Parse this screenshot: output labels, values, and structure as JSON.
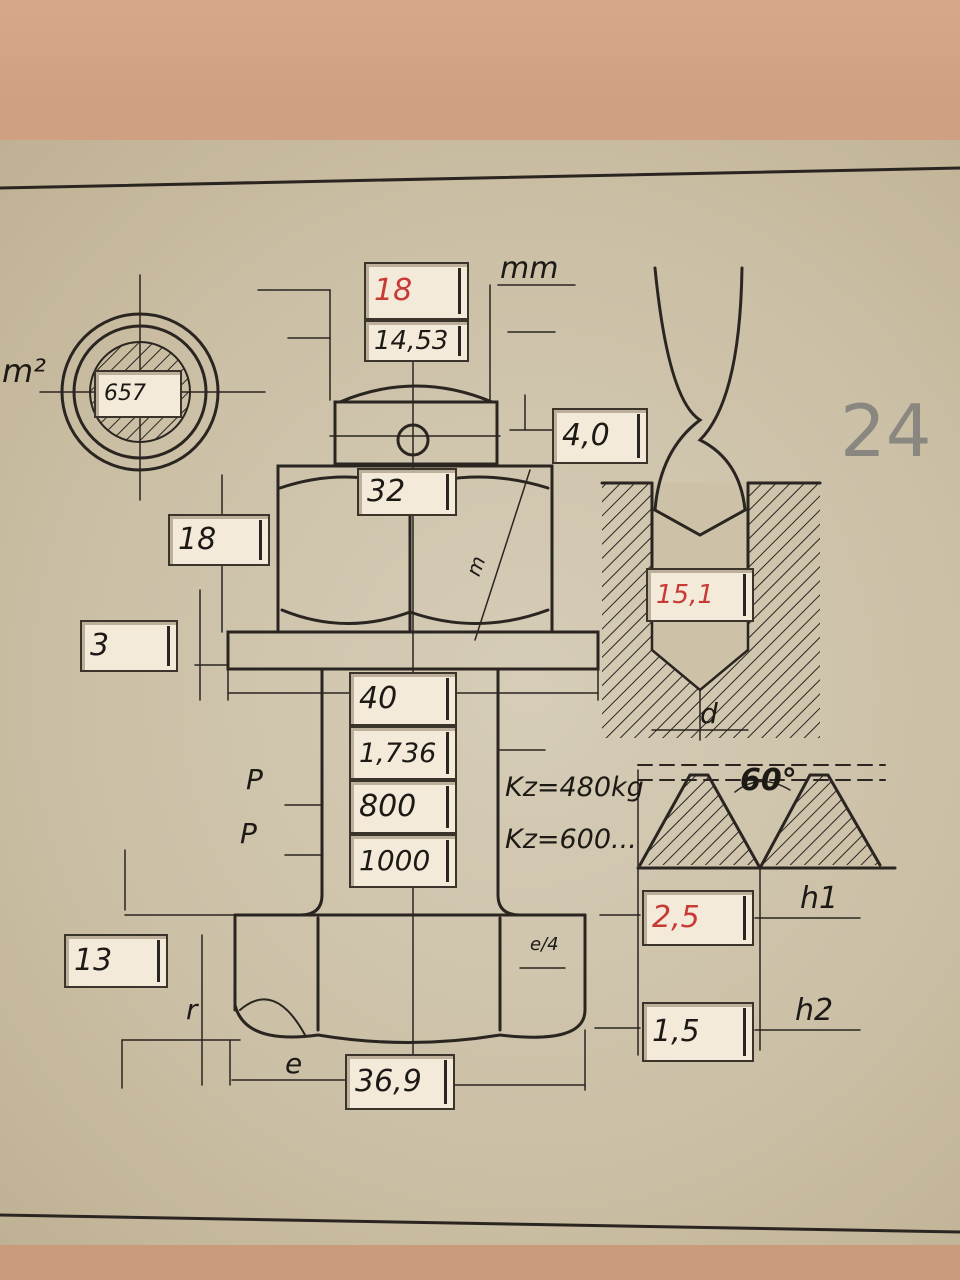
{
  "windows": {
    "top_red": "18",
    "top_black": "14,53",
    "area": "657",
    "right_4": "4,0",
    "width_32": "32",
    "left_18": "18",
    "drill_red": "15,1",
    "washer_3": "3",
    "col_40": "40",
    "col_1736": "1,736",
    "col_800": "800",
    "col_1000": "1000",
    "head_13": "13",
    "h1_red": "2,5",
    "h2": "1,5",
    "bottom_369": "36,9"
  },
  "labels": {
    "unit_mm": "mm",
    "unit_m2": "m²",
    "angle": "60°",
    "p1": "P",
    "p2": "P",
    "kz1": "Kz=480kg",
    "kz2": "Kz=600...",
    "h1": "h1",
    "h2": "h2",
    "r": "r",
    "e": "e",
    "e4": "e/4",
    "d": "d",
    "m": "m",
    "pencil": "24"
  },
  "colors": {
    "ink": "#1d1a16",
    "red": "#c83a36",
    "paper": "#cbbfa5"
  }
}
